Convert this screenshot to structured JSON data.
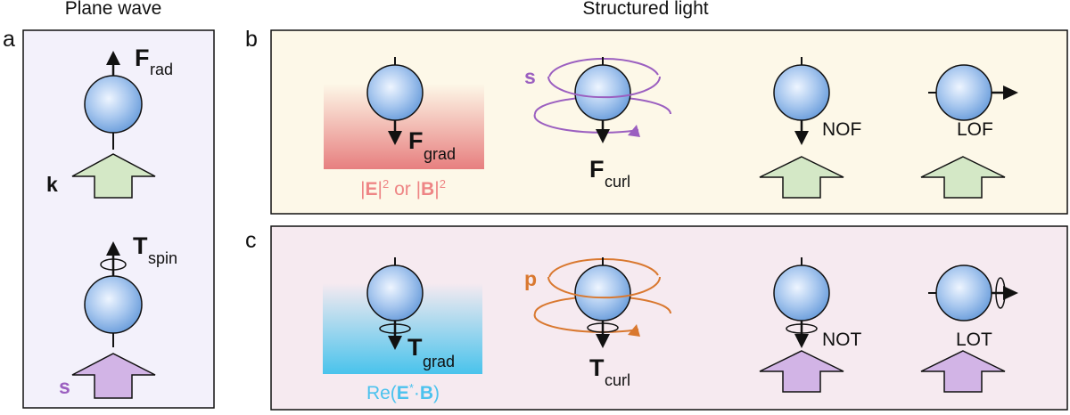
{
  "headers": {
    "plane_wave": "Plane wave",
    "structured_light": "Structured light"
  },
  "panel_labels": {
    "a": "a",
    "b": "b",
    "c": "c"
  },
  "panel_a": {
    "top": {
      "force": "F",
      "force_sub": "rad",
      "wavevector": "k"
    },
    "bottom": {
      "torque": "T",
      "torque_sub": "spin",
      "spin": "s"
    }
  },
  "panel_b": {
    "grad": {
      "label": "F",
      "sub": "grad",
      "caption_parts": [
        "|",
        "E",
        "|",
        "2",
        " or |",
        "B",
        "|",
        "2"
      ]
    },
    "curl": {
      "label": "F",
      "sub": "curl",
      "spin": "s"
    },
    "nof": "NOF",
    "lof": "LOF"
  },
  "panel_c": {
    "grad": {
      "label": "T",
      "sub": "grad",
      "caption_parts": [
        "Re(",
        "E",
        "*",
        "·",
        "B",
        ")"
      ]
    },
    "curl": {
      "label": "T",
      "sub": "curl",
      "momentum": "p"
    },
    "not": "NOT",
    "lot": "LOT"
  },
  "colors": {
    "panel_a_bg": "#f3f1fb",
    "panel_b_bg": "#fdf8e8",
    "panel_c_bg": "#f6eaf0",
    "green_arrow": "#d4e8c6",
    "purple_arrow": "#d2b4e6",
    "spin_purple": "#9b5fc0",
    "momentum_orange": "#d9782f",
    "red_gradient": "#e77f7f",
    "cyan_gradient": "#49c3ec",
    "red_caption": "#ee8585",
    "cyan_caption": "#4cc2ee",
    "sphere_center": "#eef5ff",
    "sphere_edge": "#6d9fdc"
  }
}
